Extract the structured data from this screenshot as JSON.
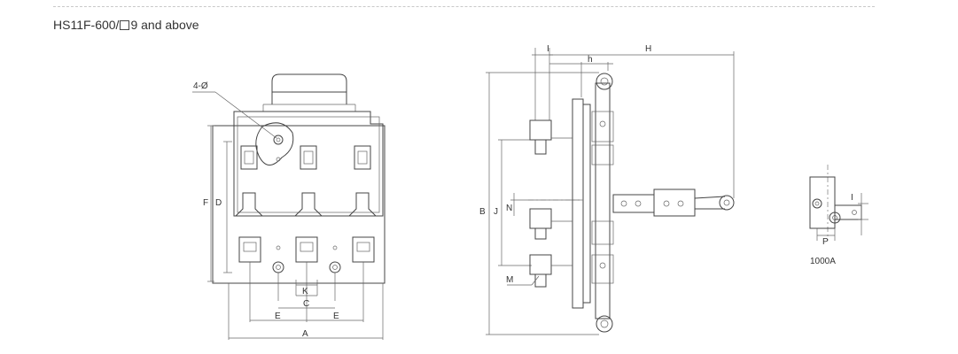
{
  "heading": {
    "prefix": "HS11F-600/",
    "suffix": "9 and above"
  },
  "front_view": {
    "labels": {
      "holes": "4-Ø",
      "F": "F",
      "D": "D",
      "K": "K",
      "C": "C",
      "E_left": "E",
      "E_right": "E",
      "A": "A"
    }
  },
  "side_view": {
    "labels": {
      "I": "I",
      "H": "H",
      "h": "h",
      "B": "B",
      "J": "J",
      "N": "N",
      "M": "M"
    }
  },
  "detail_view": {
    "labels": {
      "I": "I",
      "P": "P",
      "caption": "1000A"
    }
  }
}
